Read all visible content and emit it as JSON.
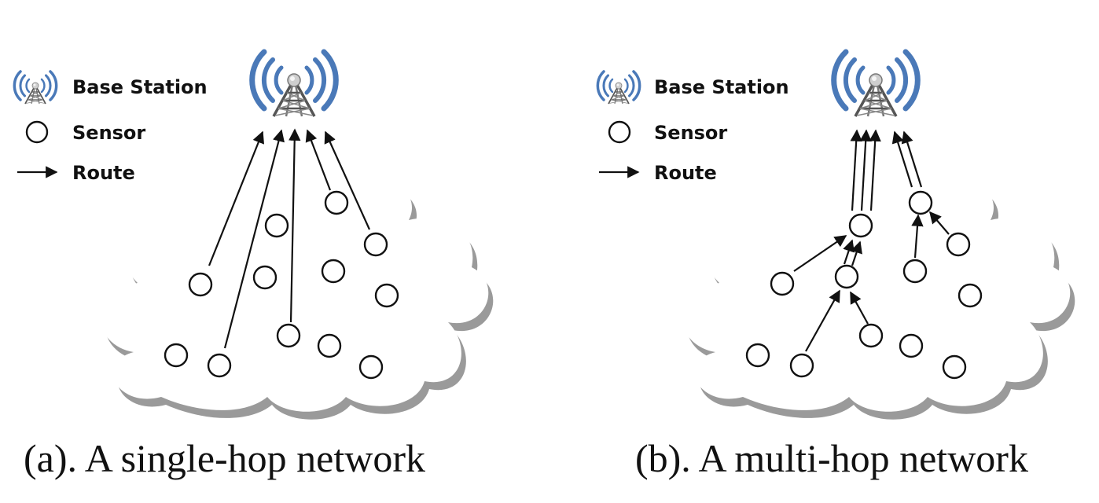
{
  "legend": {
    "base_station_label": "Base Station",
    "sensor_label": "Sensor",
    "route_label": "Route"
  },
  "panels": [
    {
      "caption": "(a). A single-hop network"
    },
    {
      "caption": "(b). A multi-hop network"
    }
  ],
  "icons": {
    "base_station": "radio-tower-icon",
    "sensor": "circle-outline-icon",
    "route": "arrow-right-icon"
  },
  "colors": {
    "signal_waves": "#4a79b8",
    "tower": "#6b6b6b",
    "cloud_shadow": "#9a9a9a",
    "line": "#111111"
  }
}
